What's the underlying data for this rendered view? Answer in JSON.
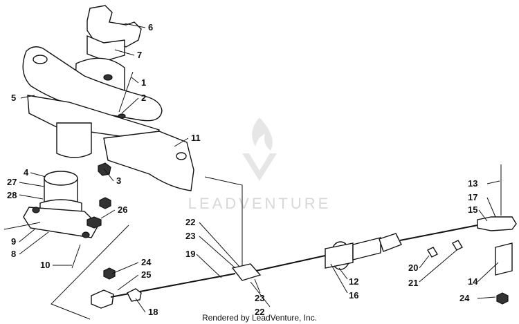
{
  "watermark": {
    "text": "LEADVENTURE"
  },
  "footer": {
    "text": "Rendered by LeadVenture, Inc."
  },
  "callouts": [
    {
      "id": "c6",
      "label": "6"
    },
    {
      "id": "c7",
      "label": "7"
    },
    {
      "id": "c1",
      "label": "1"
    },
    {
      "id": "c2",
      "label": "2"
    },
    {
      "id": "c5",
      "label": "5"
    },
    {
      "id": "c11",
      "label": "11"
    },
    {
      "id": "c4",
      "label": "4"
    },
    {
      "id": "c3",
      "label": "3"
    },
    {
      "id": "c27",
      "label": "27"
    },
    {
      "id": "c28",
      "label": "28"
    },
    {
      "id": "c26",
      "label": "26"
    },
    {
      "id": "c9",
      "label": "9"
    },
    {
      "id": "c8",
      "label": "8"
    },
    {
      "id": "c10",
      "label": "10"
    },
    {
      "id": "c22a",
      "label": "22"
    },
    {
      "id": "c23a",
      "label": "23"
    },
    {
      "id": "c19",
      "label": "19"
    },
    {
      "id": "c24a",
      "label": "24"
    },
    {
      "id": "c25",
      "label": "25"
    },
    {
      "id": "c18",
      "label": "18"
    },
    {
      "id": "c23b",
      "label": "23"
    },
    {
      "id": "c22b",
      "label": "22"
    },
    {
      "id": "c12",
      "label": "12"
    },
    {
      "id": "c16",
      "label": "16"
    },
    {
      "id": "c13",
      "label": "13"
    },
    {
      "id": "c17",
      "label": "17"
    },
    {
      "id": "c15",
      "label": "15"
    },
    {
      "id": "c20",
      "label": "20"
    },
    {
      "id": "c21",
      "label": "21"
    },
    {
      "id": "c14",
      "label": "14"
    },
    {
      "id": "c24b",
      "label": "24"
    }
  ]
}
